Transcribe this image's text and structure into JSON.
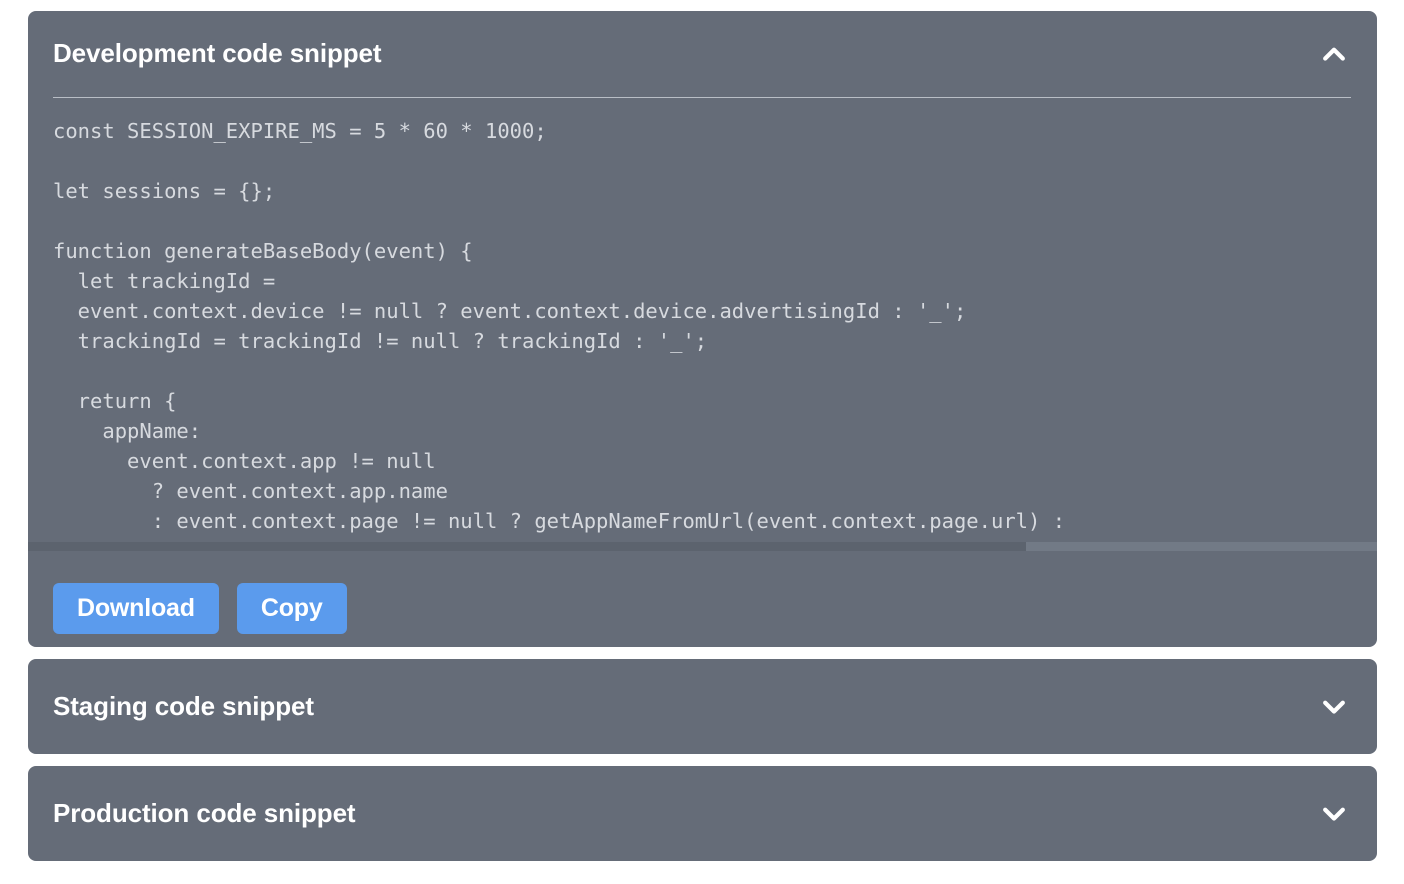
{
  "theme": {
    "page_background": "#ffffff",
    "panel_background": "#656c78",
    "panel_title_color": "#ffffff",
    "code_text_color": "#d7dadf",
    "divider_color": "#b9bec6",
    "button_color": "#5b9bed",
    "button_text_color": "#ffffff",
    "scrollbar_track_color": "#727a86",
    "scrollbar_thumb_color": "#5c636e"
  },
  "panels": [
    {
      "title": "Development code snippet",
      "state": "expanded",
      "chevron_icon": "chevron-up-icon",
      "code": "const SESSION_EXPIRE_MS = 5 * 60 * 1000;\n\nlet sessions = {};\n\nfunction generateBaseBody(event) {\n  let trackingId =\n  event.context.device != null ? event.context.device.advertisingId : '_';\n  trackingId = trackingId != null ? trackingId : '_';\n\n  return {\n    appName:\n      event.context.app != null\n        ? event.context.app.name\n        : event.context.page != null ? getAppNameFromUrl(event.context.page.url) :",
      "buttons": [
        {
          "label": "Download",
          "name": "download-button"
        },
        {
          "label": "Copy",
          "name": "copy-button"
        }
      ]
    },
    {
      "title": "Staging code snippet",
      "state": "collapsed",
      "chevron_icon": "chevron-down-icon"
    },
    {
      "title": "Production code snippet",
      "state": "collapsed",
      "chevron_icon": "chevron-down-icon"
    }
  ]
}
